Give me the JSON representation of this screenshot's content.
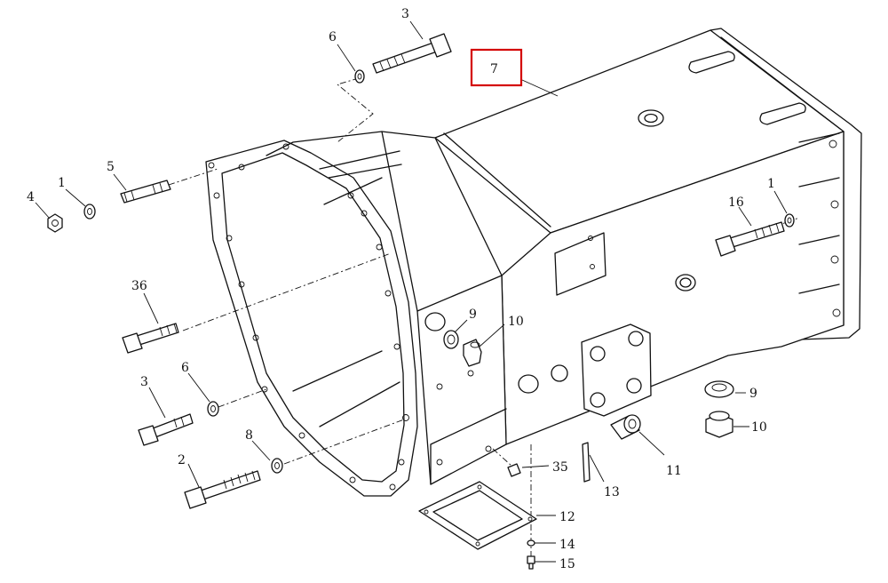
{
  "diagram": {
    "highlight_color": "#d40000",
    "callouts": [
      {
        "id": "c3-top",
        "label": "3"
      },
      {
        "id": "c6-top",
        "label": "6"
      },
      {
        "id": "c7",
        "label": "7",
        "highlighted": true
      },
      {
        "id": "c5",
        "label": "5"
      },
      {
        "id": "c1-left",
        "label": "1"
      },
      {
        "id": "c4",
        "label": "4"
      },
      {
        "id": "c1-right",
        "label": "1"
      },
      {
        "id": "c16",
        "label": "16"
      },
      {
        "id": "c36",
        "label": "36"
      },
      {
        "id": "c9-mid",
        "label": "9"
      },
      {
        "id": "c10-mid",
        "label": "10"
      },
      {
        "id": "c3-left",
        "label": "3"
      },
      {
        "id": "c6-left",
        "label": "6"
      },
      {
        "id": "c9-right",
        "label": "9"
      },
      {
        "id": "c10-right",
        "label": "10"
      },
      {
        "id": "c8",
        "label": "8"
      },
      {
        "id": "c2",
        "label": "2"
      },
      {
        "id": "c35",
        "label": "35"
      },
      {
        "id": "c11",
        "label": "11"
      },
      {
        "id": "c13",
        "label": "13"
      },
      {
        "id": "c12",
        "label": "12"
      },
      {
        "id": "c14",
        "label": "14"
      },
      {
        "id": "c15",
        "label": "15"
      }
    ]
  }
}
